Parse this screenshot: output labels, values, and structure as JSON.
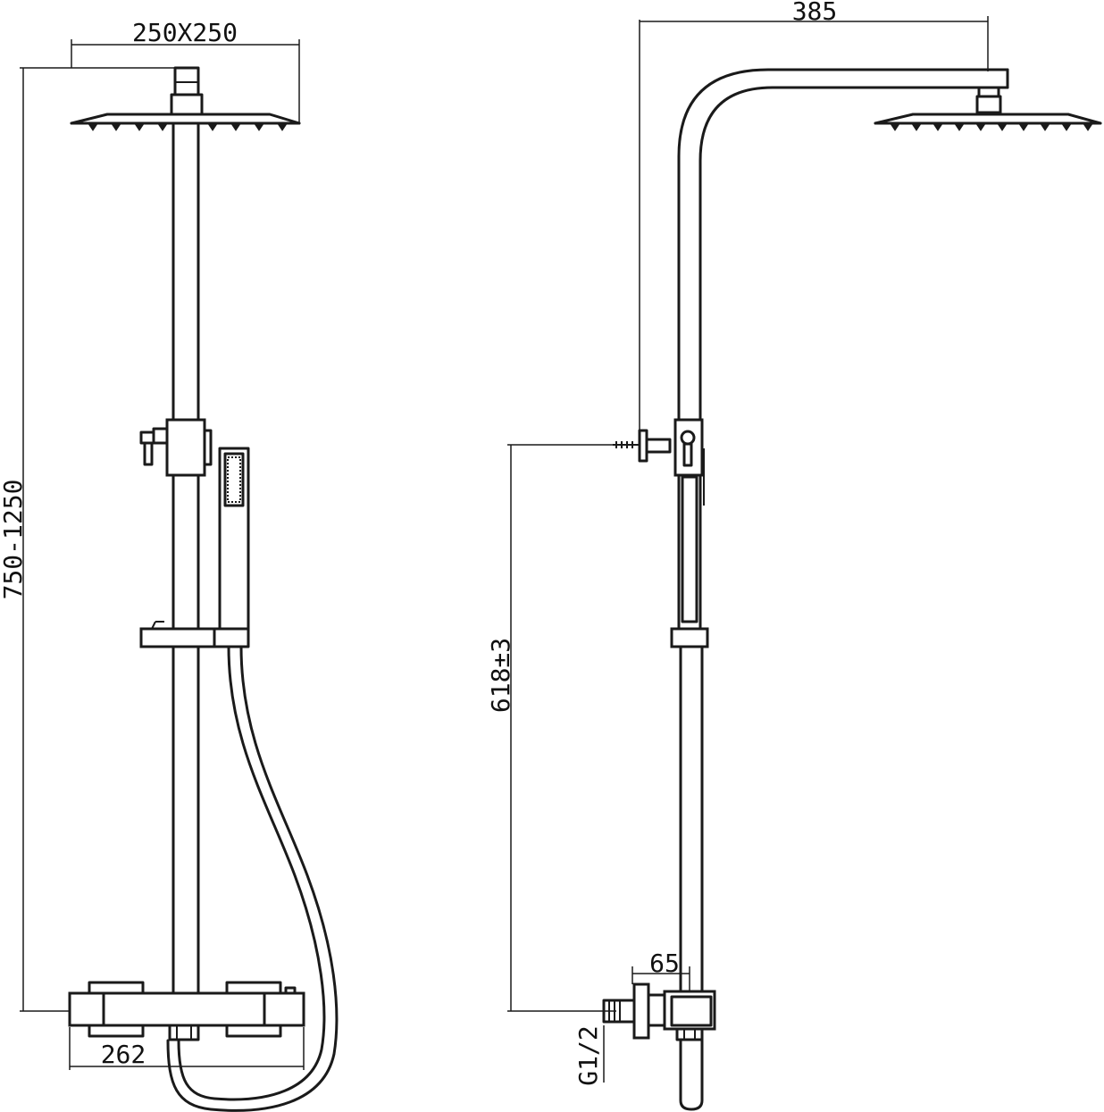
{
  "dimensions": {
    "head_size": "250X250",
    "arm_reach": "385",
    "height_range": "750-1250",
    "bracket_height": "618±3",
    "mixer_width": "262",
    "elbow_depth": "65",
    "thread": "G1/2"
  },
  "colors": {
    "line": "#1a1a1a",
    "background": "#ffffff"
  }
}
